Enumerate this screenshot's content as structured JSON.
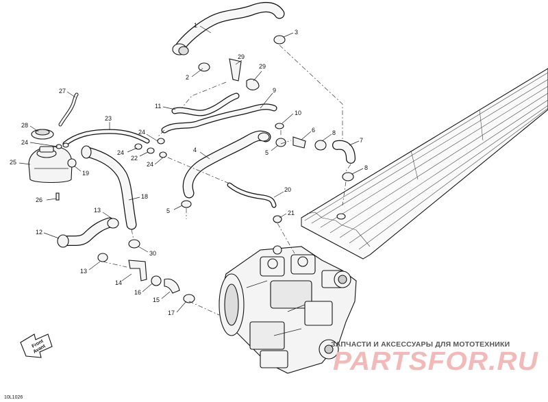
{
  "diagram": {
    "figure_code": "10L1026",
    "front_arrow": {
      "line1": "Front",
      "line2": "Avant"
    },
    "watermark": {
      "caption": "ЗАПЧАСТИ И АКСЕССУАРЫ ДЛЯ МОТОТЕХНИКИ",
      "logo": "PARTSFOR.RU"
    },
    "callouts": [
      {
        "id": "c1",
        "label": "1"
      },
      {
        "id": "c2",
        "label": "2"
      },
      {
        "id": "c3",
        "label": "3"
      },
      {
        "id": "c29a",
        "label": "29"
      },
      {
        "id": "c29b",
        "label": "29"
      },
      {
        "id": "c9",
        "label": "9"
      },
      {
        "id": "c11",
        "label": "11"
      },
      {
        "id": "c10",
        "label": "10"
      },
      {
        "id": "c27",
        "label": "27"
      },
      {
        "id": "c23",
        "label": "23"
      },
      {
        "id": "c28",
        "label": "28"
      },
      {
        "id": "c24a",
        "label": "24"
      },
      {
        "id": "c24b",
        "label": "24"
      },
      {
        "id": "c24c",
        "label": "24"
      },
      {
        "id": "c24d",
        "label": "24"
      },
      {
        "id": "c6",
        "label": "6"
      },
      {
        "id": "c8a",
        "label": "8"
      },
      {
        "id": "c7",
        "label": "7"
      },
      {
        "id": "c4",
        "label": "4"
      },
      {
        "id": "c5a",
        "label": "5"
      },
      {
        "id": "c22",
        "label": "22"
      },
      {
        "id": "c25",
        "label": "25"
      },
      {
        "id": "c19",
        "label": "19"
      },
      {
        "id": "c8b",
        "label": "8"
      },
      {
        "id": "c20",
        "label": "20"
      },
      {
        "id": "c18",
        "label": "18"
      },
      {
        "id": "c26",
        "label": "26"
      },
      {
        "id": "c5b",
        "label": "5"
      },
      {
        "id": "c21",
        "label": "21"
      },
      {
        "id": "c13a",
        "label": "13"
      },
      {
        "id": "c12",
        "label": "12"
      },
      {
        "id": "c30",
        "label": "30"
      },
      {
        "id": "c13b",
        "label": "13"
      },
      {
        "id": "c14",
        "label": "14"
      },
      {
        "id": "c16",
        "label": "16"
      },
      {
        "id": "c15",
        "label": "15"
      },
      {
        "id": "c17",
        "label": "17"
      }
    ]
  }
}
